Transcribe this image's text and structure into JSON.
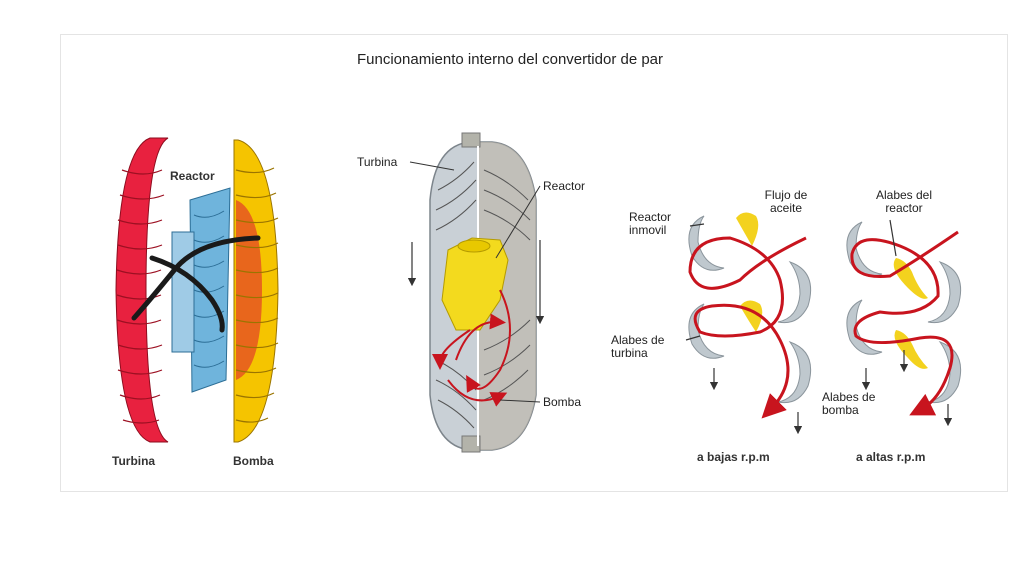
{
  "title": "Funcionamiento interno del convertidor de par",
  "fig1": {
    "reactor": "Reactor",
    "turbina": "Turbina",
    "bomba": "Bomba"
  },
  "fig2": {
    "turbina": "Turbina",
    "reactor": "Reactor",
    "bomba": "Bomba"
  },
  "fig3": {
    "reactor_inmovil_1": "Reactor",
    "reactor_inmovil_2": "inmovil",
    "flujo_1": "Flujo de",
    "flujo_2": "aceite",
    "alabes_reactor_1": "Alabes del",
    "alabes_reactor_2": "reactor",
    "alabes_turbina_1": "Alabes de",
    "alabes_turbina_2": "turbina",
    "alabes_bomba_1": "Alabes de",
    "alabes_bomba_2": "bomba",
    "bajas": "a bajas r.p.m",
    "altas": "a altas r.p.m"
  },
  "colors": {
    "turbina": "#e8213f",
    "bomba": "#f5c400",
    "reactor": "#6fb4dc",
    "flow": "#c8141e",
    "housing": "#c9d0d6"
  }
}
